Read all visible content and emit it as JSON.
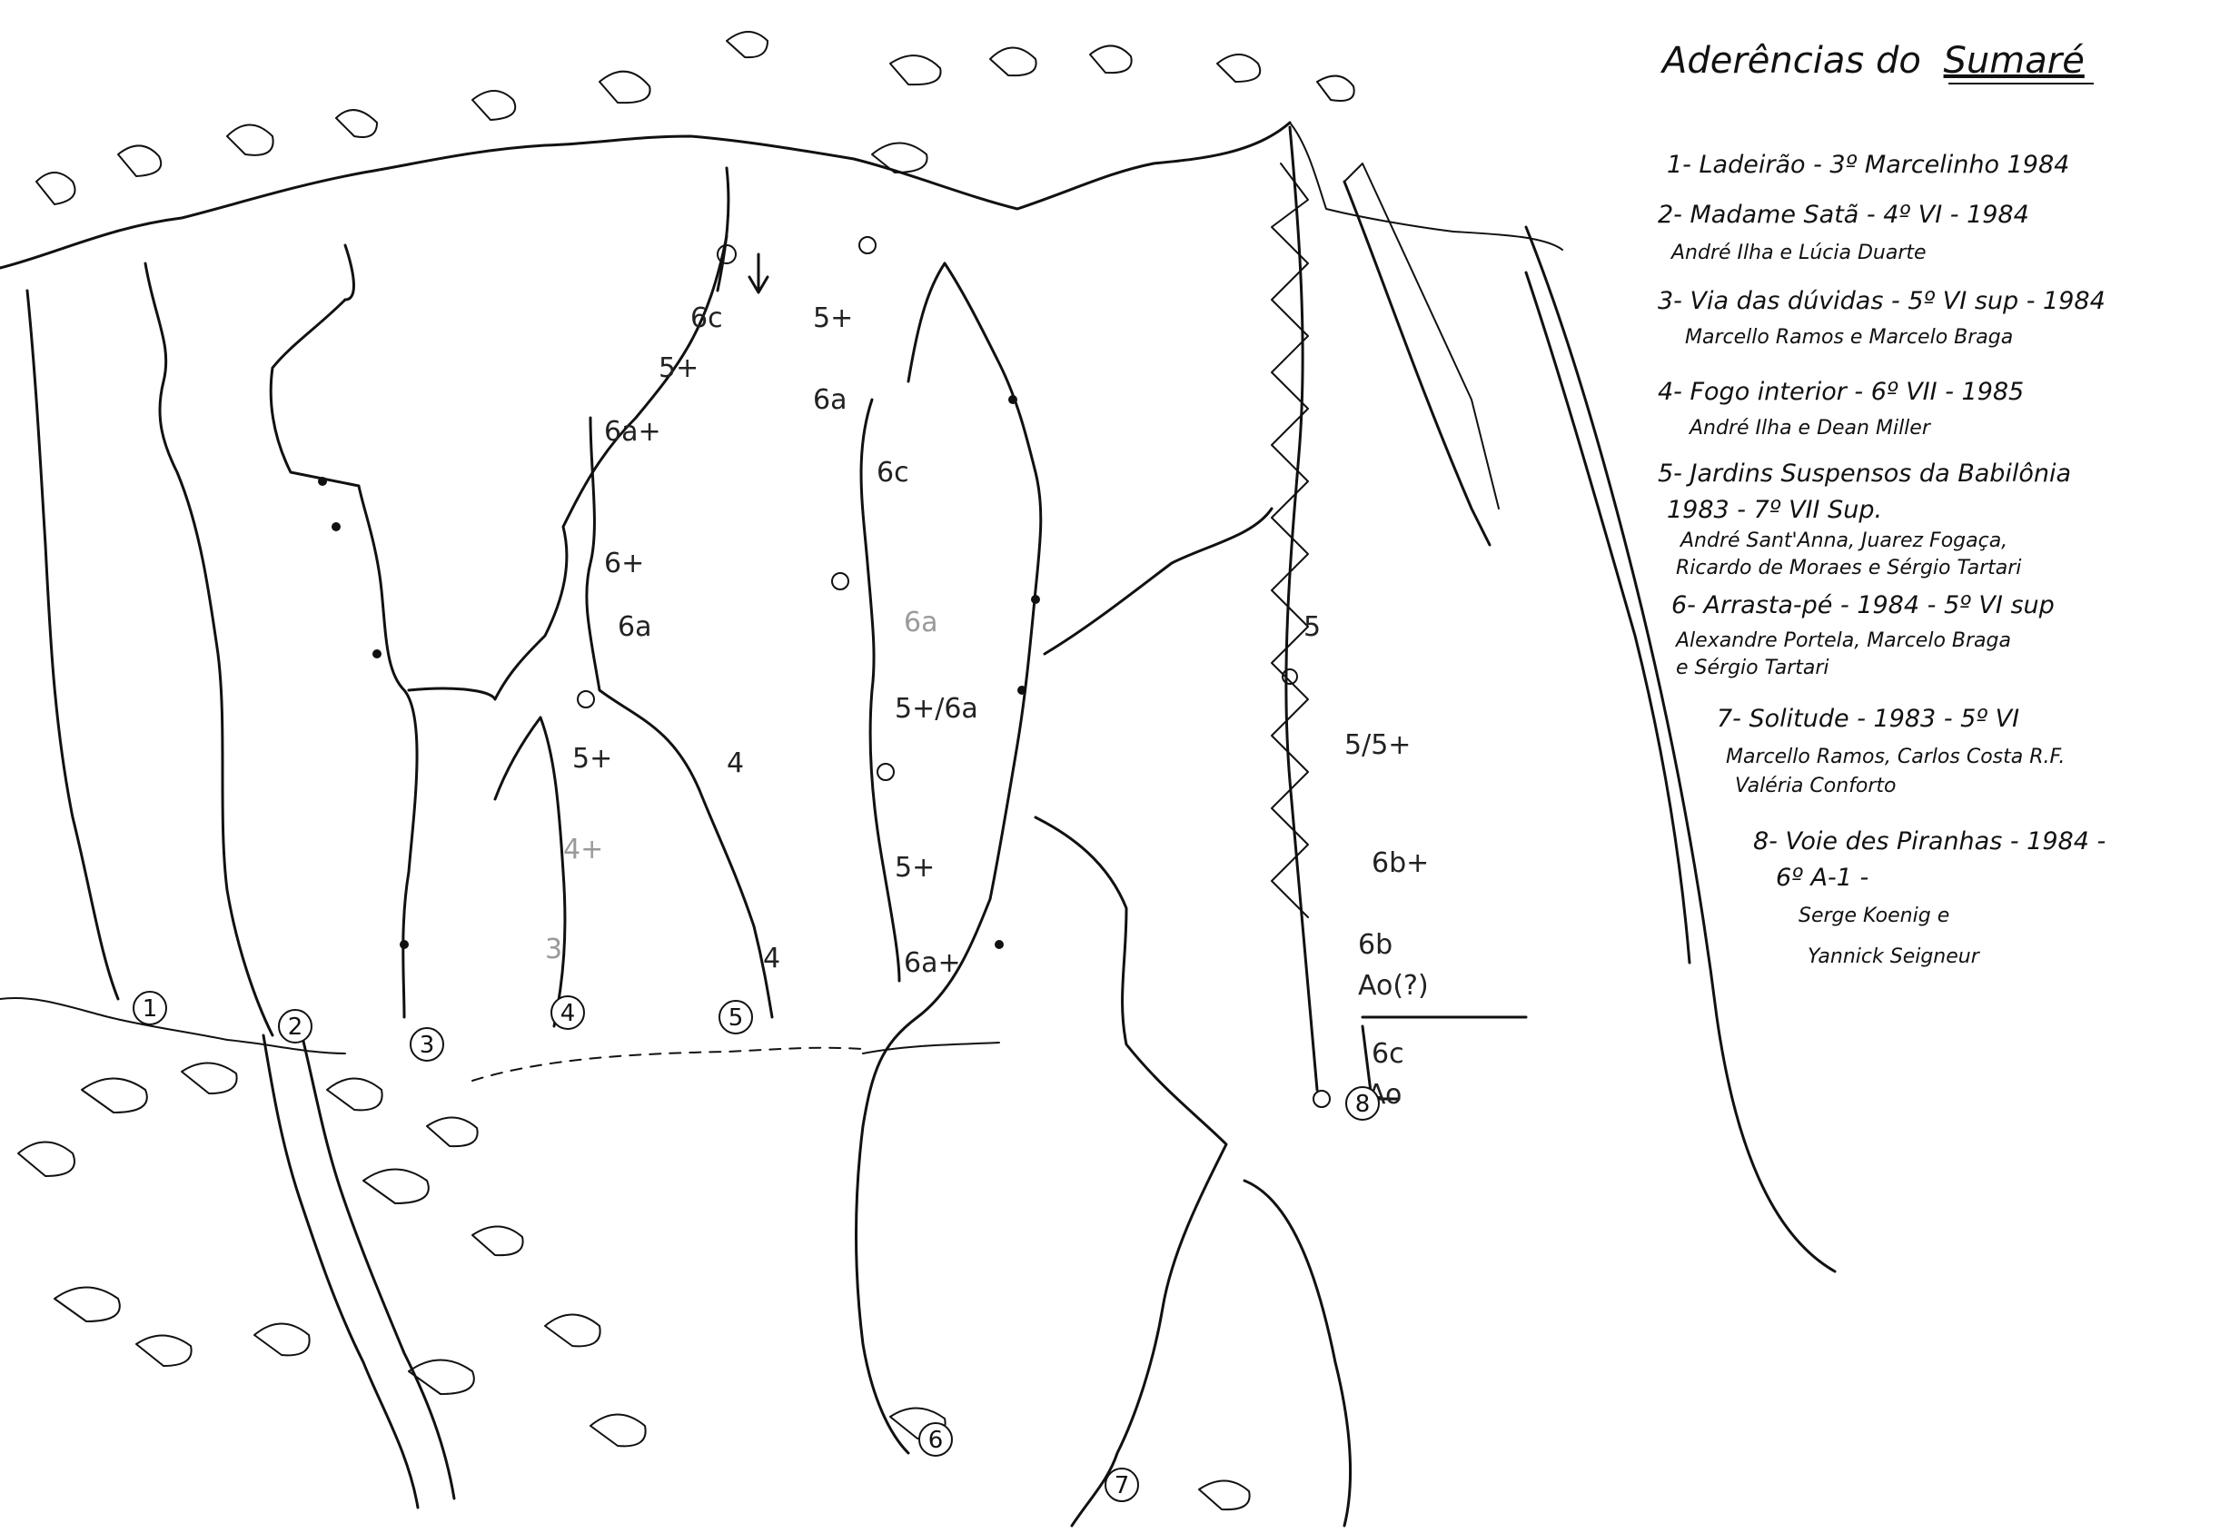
{
  "title": {
    "prefix": "Aderências do",
    "emphasis": "Sumaré"
  },
  "routes": [
    {
      "number": "1",
      "lines": [
        "1- Ladeirão - 3º   Marcelinho 1984"
      ]
    },
    {
      "number": "2",
      "lines": [
        "2- Madame Satã - 4º VI - 1984",
        "André Ilha e Lúcia Duarte"
      ]
    },
    {
      "number": "3",
      "lines": [
        "3- Via das dúvidas - 5º VI sup - 1984",
        "Marcello Ramos e Marcelo Braga"
      ]
    },
    {
      "number": "4",
      "lines": [
        "4- Fogo interior - 6º VII - 1985",
        "André Ilha e Dean Miller"
      ]
    },
    {
      "number": "5",
      "lines": [
        "5- Jardins Suspensos da Babilônia",
        "1983 - 7º VII Sup.",
        "André Sant'Anna, Juarez Fogaça,",
        "Ricardo de Moraes e Sérgio Tartari"
      ]
    },
    {
      "number": "6",
      "lines": [
        "6- Arrasta-pé - 1984 - 5º VI sup",
        "Alexandre Portela, Marcelo Braga",
        "e Sérgio Tartari"
      ]
    },
    {
      "number": "7",
      "lines": [
        "7- Solitude - 1983 - 5º VI",
        "Marcello Ramos, Carlos Costa R.F.",
        "Valéria Conforto"
      ]
    },
    {
      "number": "8",
      "lines": [
        "8- Voie des Piranhas - 1984 -",
        "6º A-1 -",
        "Serge Koenig e",
        "Yannick Seigneur"
      ]
    }
  ],
  "grades": {
    "r3_top": "6c",
    "r3_a": "5+",
    "r3_b": "6a+",
    "r3_c": "6+",
    "r3_d": "6a",
    "r4_a": "5+",
    "r4_b": "4",
    "r4_c": "4+",
    "r4_d": "3",
    "r5_a": "4",
    "r5_b": "4",
    "r5_top": "5+",
    "r5_c": "6a",
    "r5_d": "6c",
    "r5_e": "6a",
    "r5_f": "5+/6a",
    "r5_g": "5+",
    "r5_h": "6a+",
    "r8_a": "5",
    "r8_b": "5/5+",
    "r8_c": "6b+",
    "r8_d": "6b",
    "r8_e": "Ao(?)",
    "r8_f": "6c",
    "r8_g": "Ao"
  },
  "icons": {
    "tree": "tree-icon",
    "bolt": "bolt-icon",
    "arrow": "down-arrow-icon"
  }
}
